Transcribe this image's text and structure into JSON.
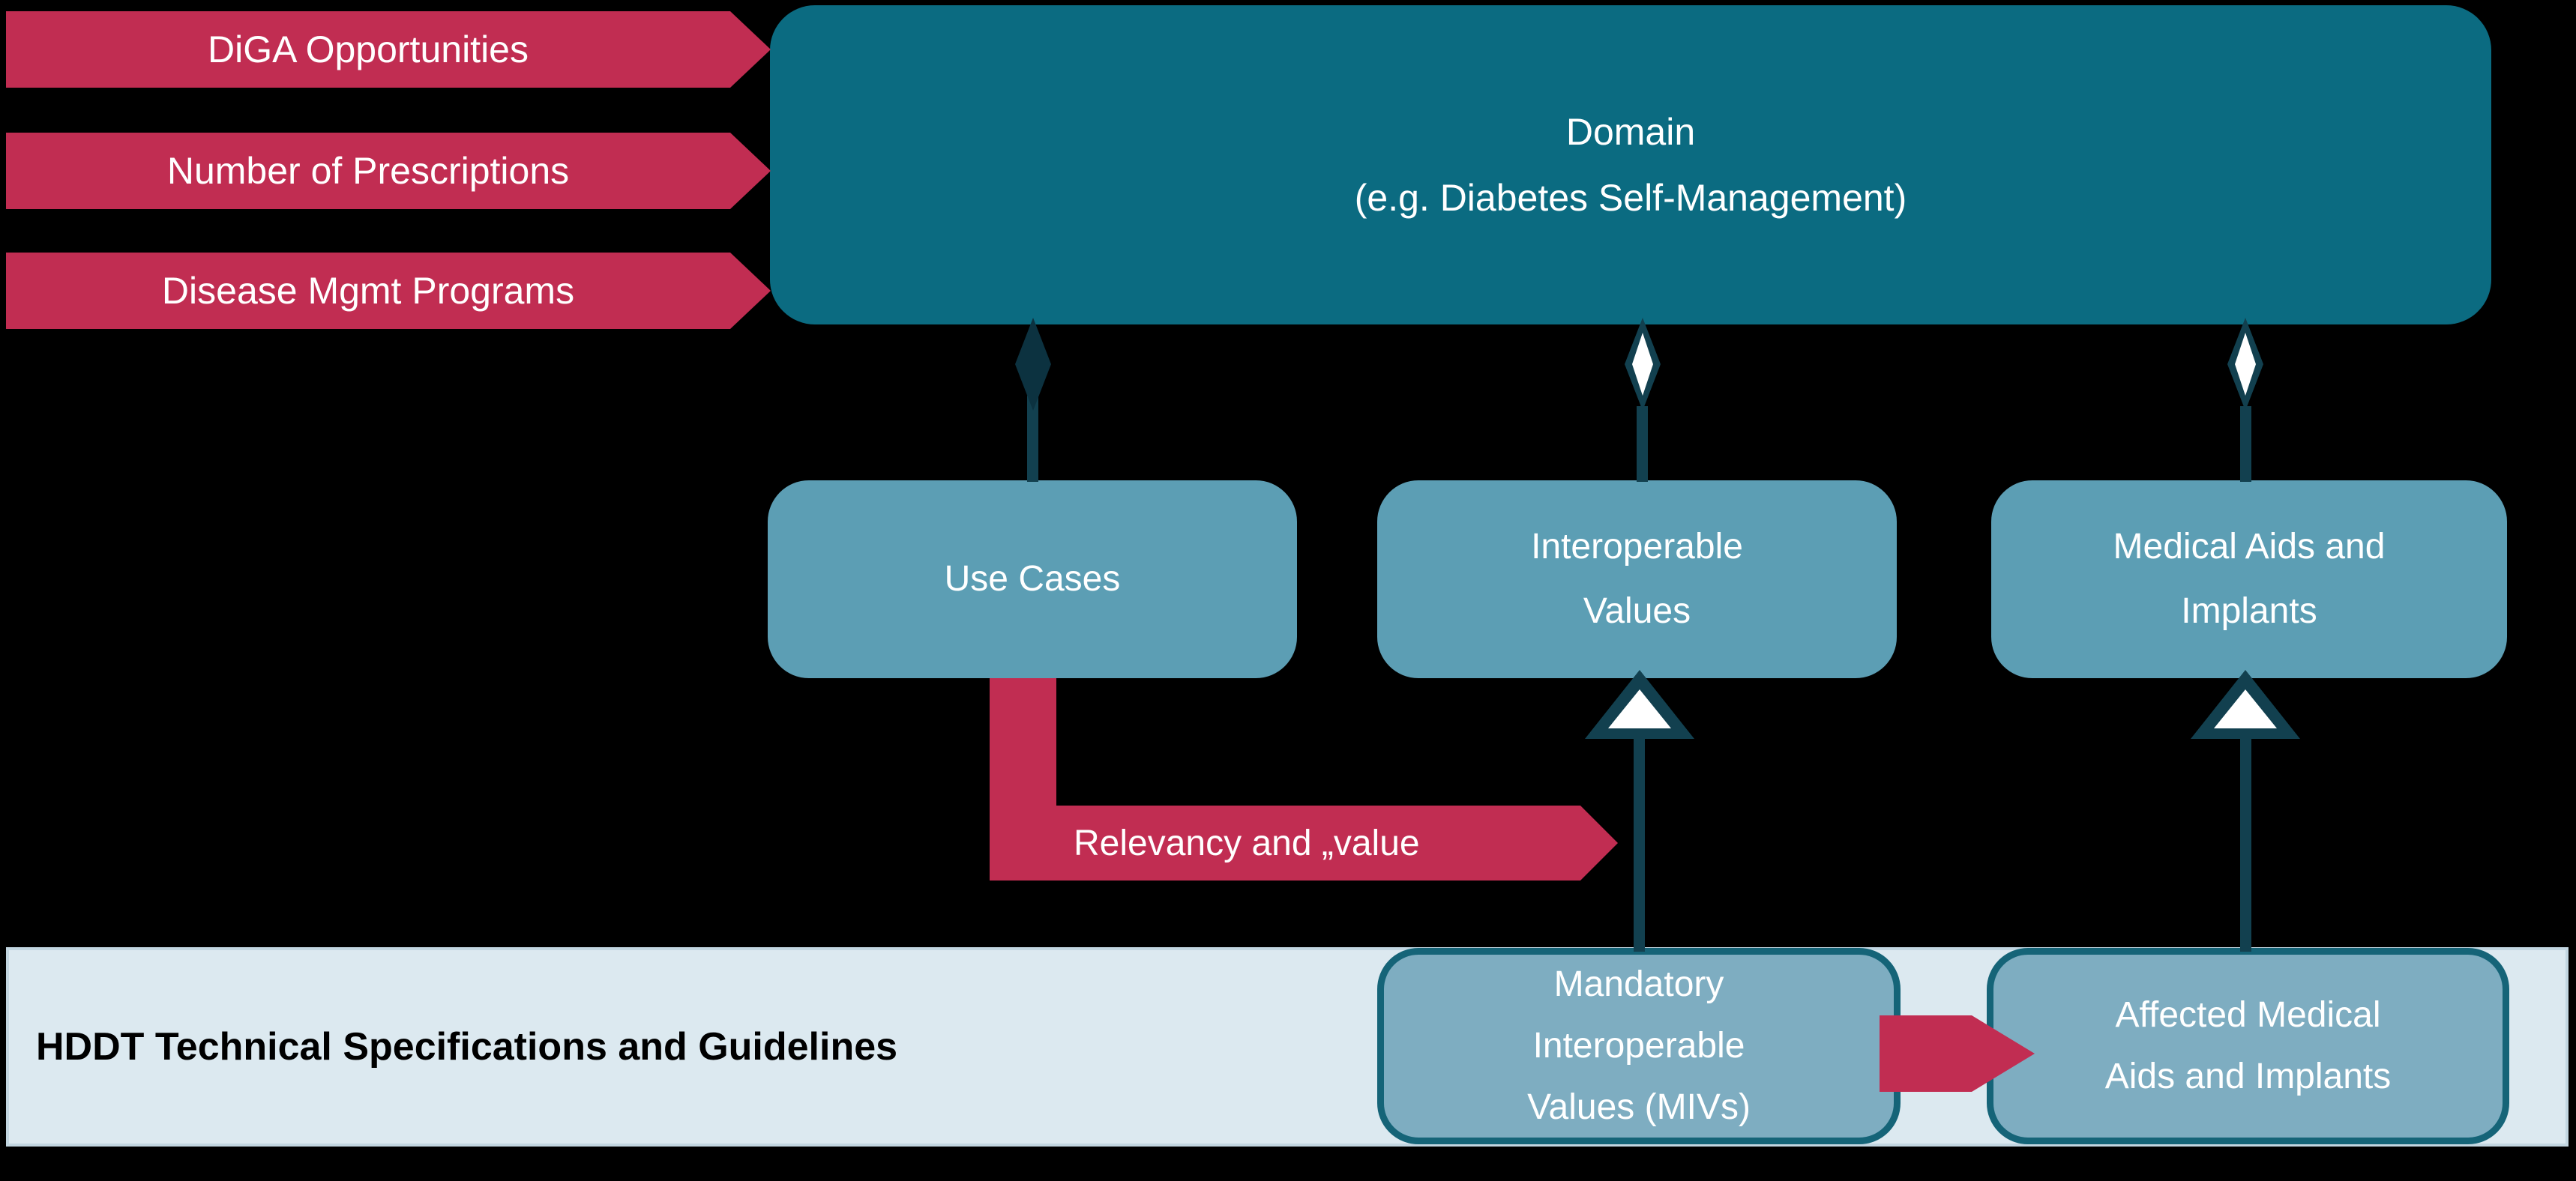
{
  "colors": {
    "background": "#000000",
    "accent_red": "#c12d52",
    "domain_teal": "#0b6b81",
    "entity_blue": "#5c9eb4",
    "spec_box_blue": "#7eadc1",
    "spec_box_border_teal": "#156478",
    "connector_dark_teal": "#12404f",
    "band_light_blue": "#dce9f0",
    "text_on_fills": "#ffffff",
    "band_text": "#000000"
  },
  "banners": [
    {
      "label": "DiGA Opportunities"
    },
    {
      "label": "Number of Prescriptions"
    },
    {
      "label": "Disease Mgmt Programs"
    }
  ],
  "domain": {
    "line1": "Domain",
    "line2": "(e.g. Diabetes Self-Management)"
  },
  "entities": {
    "use_cases": {
      "label": "Use Cases"
    },
    "interoperable_values": {
      "label": "Interoperable\nValues"
    },
    "medical_aids": {
      "label": "Medical Aids and\nImplants"
    }
  },
  "relevancy_arrow": {
    "label": "Relevancy and „value"
  },
  "band": {
    "title": "HDDT Technical Specifications and Guidelines"
  },
  "specs": {
    "mivs": {
      "label": "Mandatory\nInteroperable\nValues (MIVs)"
    },
    "affected": {
      "label": "Affected Medical\nAids and Implants"
    }
  }
}
